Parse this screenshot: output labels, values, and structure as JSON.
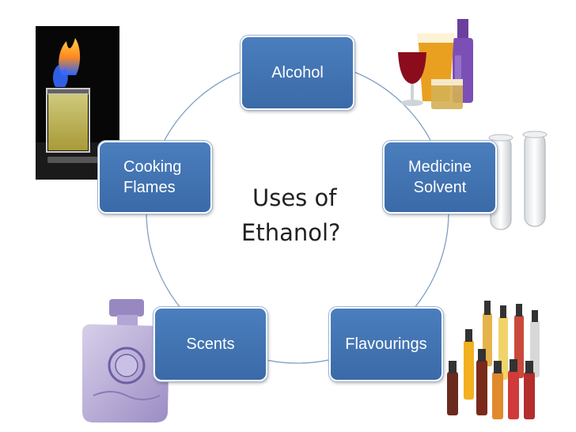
{
  "diagram": {
    "center": {
      "line1": "Uses of",
      "line2": "Ethanol?"
    },
    "nodes": [
      {
        "id": "alcohol",
        "label": "Alcohol"
      },
      {
        "id": "medicine-solvent",
        "label": "Medicine\nSolvent"
      },
      {
        "id": "flavourings",
        "label": "Flavourings"
      },
      {
        "id": "scents",
        "label": "Scents"
      },
      {
        "id": "cooking-flames",
        "label": "Cooking\nFlames"
      }
    ]
  },
  "colors": {
    "node_fill": "#4577b6",
    "ring": "#7f9fc6",
    "text": "#222222"
  },
  "images": [
    {
      "name": "alcohol-flame-beaker-photo"
    },
    {
      "name": "drinks-glasses-photo"
    },
    {
      "name": "test-tubes-photo"
    },
    {
      "name": "perfume-bottle-photo"
    },
    {
      "name": "flavouring-bottles-photo"
    }
  ]
}
